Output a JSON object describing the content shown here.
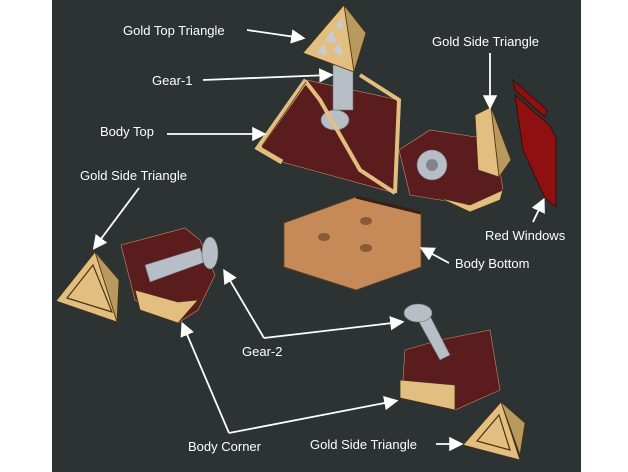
{
  "diagram": {
    "background": "#2d3232",
    "labels": {
      "gold_top_triangle": "Gold Top Triangle",
      "gear_1": "Gear-1",
      "body_top": "Body Top",
      "gold_side_triangle_right": "Gold Side Triangle",
      "red_windows": "Red Windows",
      "body_bottom": "Body Bottom",
      "gold_side_triangle_left": "Gold Side Triangle",
      "gear_2": "Gear-2",
      "body_corner": "Body Corner",
      "gold_side_triangle_bottom": "Gold Side Triangle"
    }
  }
}
